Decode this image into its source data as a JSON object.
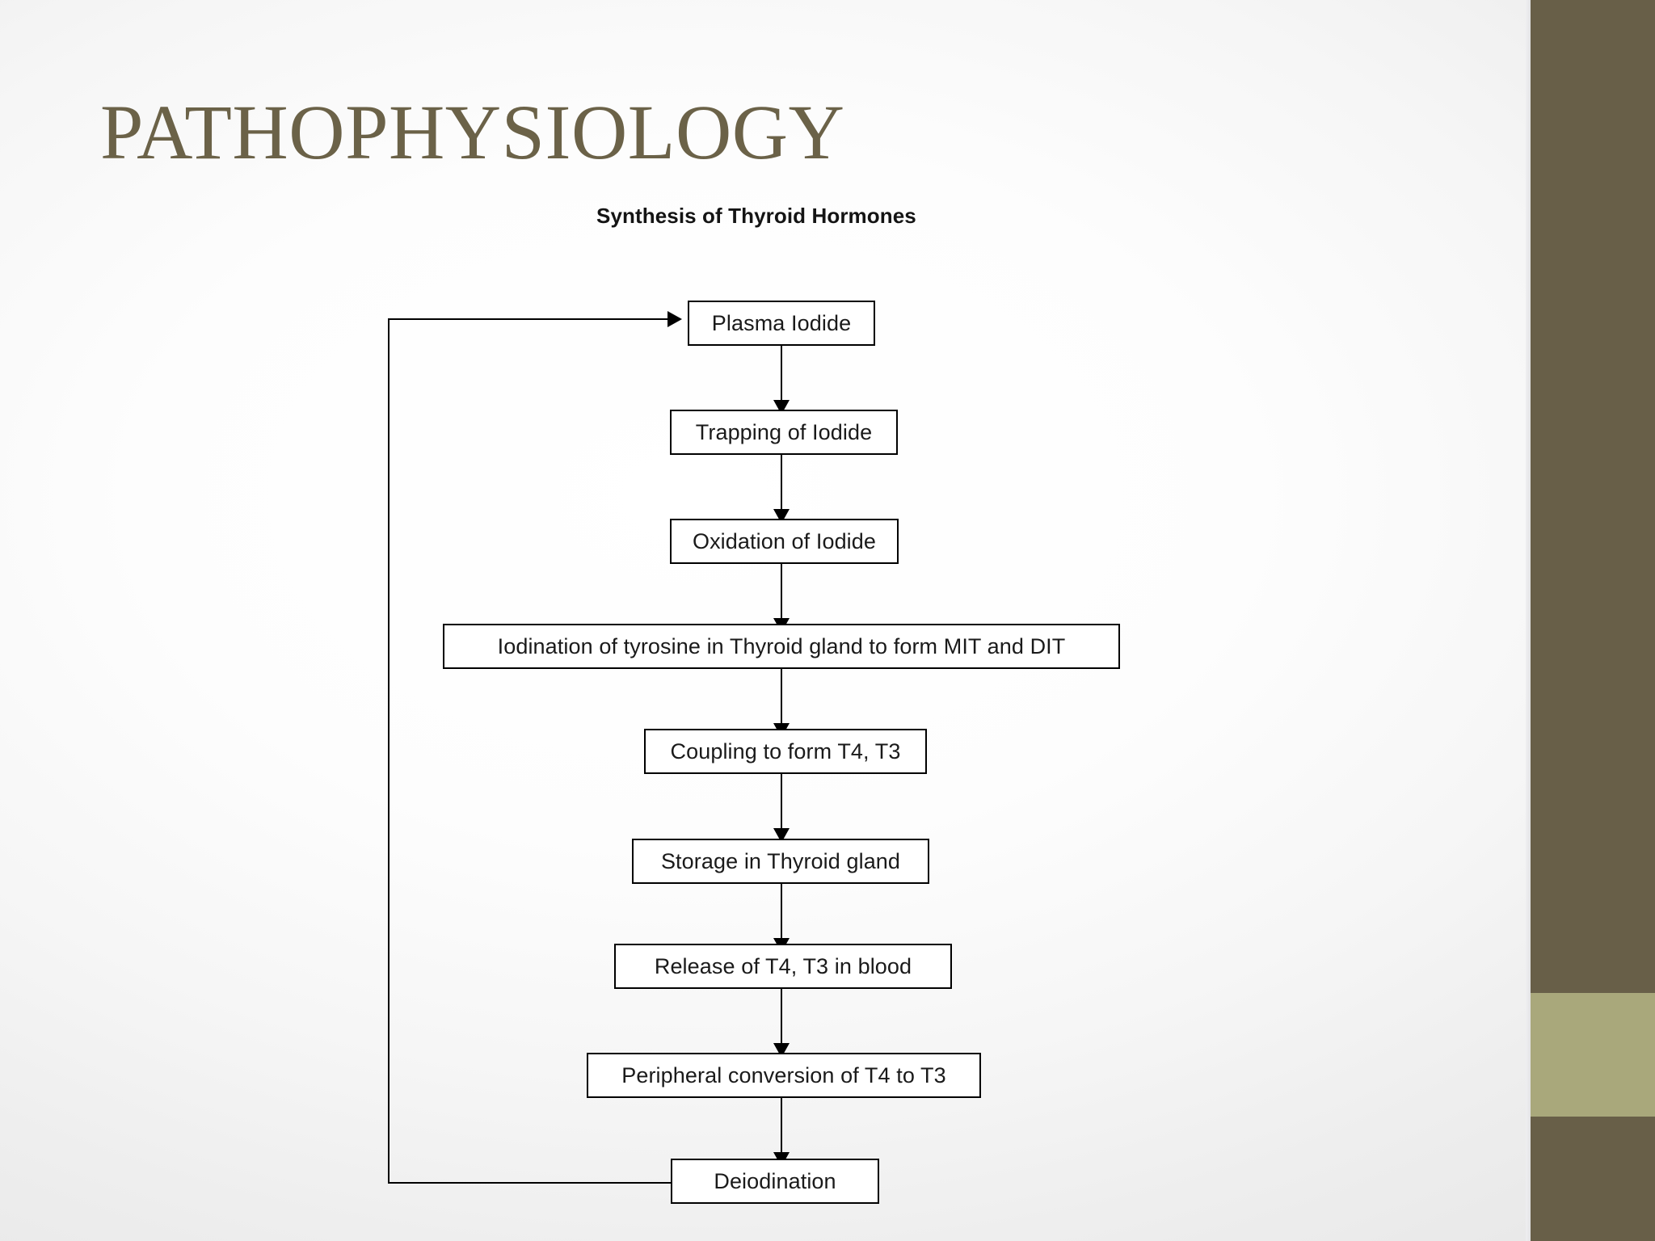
{
  "slide": {
    "title": "PATHOPHYSIOLOGY",
    "subtitle": "Synthesis of Thyroid Hormones",
    "title_color": "#6b6248",
    "accent_bar_color": "#685f48",
    "accent_band_color": "#a9a87b",
    "background": "#ffffff"
  },
  "diagram": {
    "type": "flowchart",
    "orientation": "top-to-bottom",
    "has_feedback_loop": true,
    "feedback_from": "Deiodination",
    "feedback_to": "Plasma Iodide",
    "nodes": [
      {
        "id": "plasma-iodide",
        "label": "Plasma Iodide"
      },
      {
        "id": "trapping-of-iodide",
        "label": "Trapping of Iodide"
      },
      {
        "id": "oxidation-of-iodide",
        "label": "Oxidation of Iodide"
      },
      {
        "id": "iodination-of-tyrosine",
        "label": "Iodination of tyrosine in Thyroid gland to form MIT and DIT"
      },
      {
        "id": "coupling-t4-t3",
        "label": "Coupling to form T4, T3"
      },
      {
        "id": "storage-thyroid-gland",
        "label": "Storage in Thyroid gland"
      },
      {
        "id": "release-t4-t3-blood",
        "label": "Release of T4, T3 in blood"
      },
      {
        "id": "peripheral-conversion",
        "label": "Peripheral conversion of T4 to T3"
      },
      {
        "id": "deiodination",
        "label": "Deiodination"
      }
    ]
  }
}
